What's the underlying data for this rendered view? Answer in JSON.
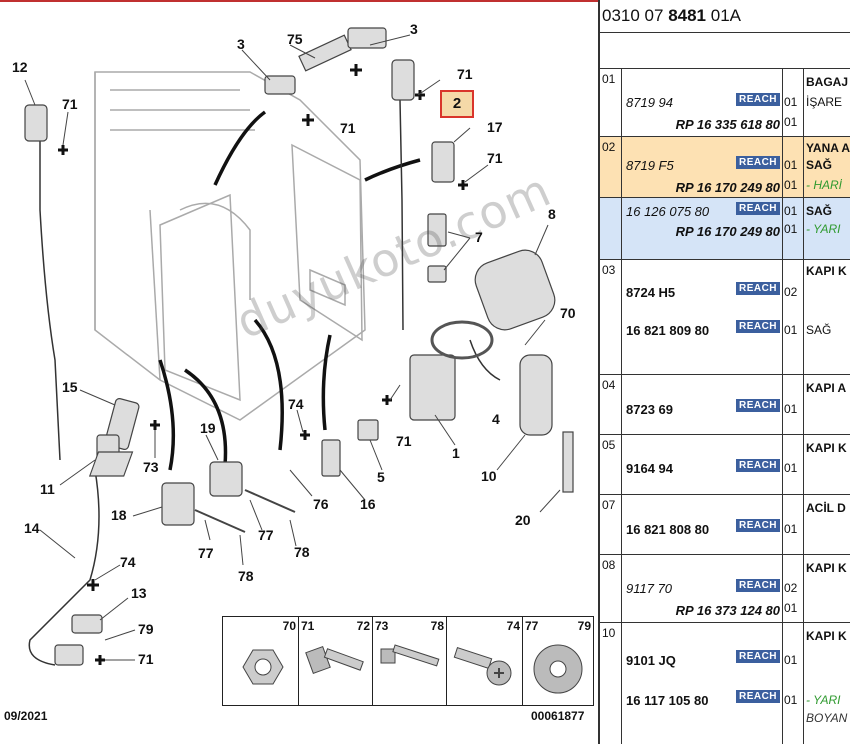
{
  "diagram": {
    "callouts": [
      {
        "id": "c12",
        "text": "12"
      },
      {
        "id": "c71a",
        "text": "71"
      },
      {
        "id": "c3a",
        "text": "3"
      },
      {
        "id": "c75",
        "text": "75"
      },
      {
        "id": "c3b",
        "text": "3"
      },
      {
        "id": "c71b",
        "text": "71"
      },
      {
        "id": "c71c",
        "text": "71"
      },
      {
        "id": "c17",
        "text": "17"
      },
      {
        "id": "c71d",
        "text": "71"
      },
      {
        "id": "c7",
        "text": "7"
      },
      {
        "id": "c8",
        "text": "8"
      },
      {
        "id": "c70",
        "text": "70"
      },
      {
        "id": "c15",
        "text": "15"
      },
      {
        "id": "c74a",
        "text": "74"
      },
      {
        "id": "c4",
        "text": "4"
      },
      {
        "id": "c71e",
        "text": "71"
      },
      {
        "id": "c1",
        "text": "1"
      },
      {
        "id": "c73",
        "text": "73"
      },
      {
        "id": "c19",
        "text": "19"
      },
      {
        "id": "c5",
        "text": "5"
      },
      {
        "id": "c11",
        "text": "11"
      },
      {
        "id": "c10",
        "text": "10"
      },
      {
        "id": "c76",
        "text": "76"
      },
      {
        "id": "c16",
        "text": "16"
      },
      {
        "id": "c18",
        "text": "18"
      },
      {
        "id": "c77a",
        "text": "77"
      },
      {
        "id": "c77b",
        "text": "77"
      },
      {
        "id": "c78a",
        "text": "78"
      },
      {
        "id": "c78b",
        "text": "78"
      },
      {
        "id": "c14",
        "text": "14"
      },
      {
        "id": "c20",
        "text": "20"
      },
      {
        "id": "c74b",
        "text": "74"
      },
      {
        "id": "c13",
        "text": "13"
      },
      {
        "id": "c79",
        "text": "79"
      },
      {
        "id": "c71f",
        "text": "71"
      }
    ],
    "highlight_label": "2",
    "watermark": "duyukoto.com",
    "date": "09/2021",
    "ref_number": "00061877",
    "fasteners": [
      "70",
      "71",
      "72",
      "73",
      "78",
      "74",
      "77",
      "79"
    ]
  },
  "parts": {
    "reference": {
      "prefix": "0310 07 ",
      "bold": "8481",
      "suffix": " 01A"
    },
    "rows": [
      {
        "index": "01",
        "desc": "BAGAJ",
        "lines": [
          {
            "pn": "8719 94",
            "style": "it",
            "reach": true,
            "qty": "01",
            "desc2": "İŞARE"
          },
          {
            "rp": "RP 16 335 618 80",
            "qty": "01"
          }
        ]
      },
      {
        "index": "02",
        "desc": "YANA A",
        "lines": [
          {
            "pn": "8719 F5",
            "style": "it",
            "reach": true,
            "qty": "01",
            "desc2": "SAĞ"
          },
          {
            "rp": "RP 16 170 249 80",
            "qty": "01",
            "note": "- HARİ"
          }
        ]
      },
      {
        "index": "",
        "desc": "",
        "lines": [
          {
            "pn": "16 126 075 80",
            "style": "it",
            "reach": true,
            "qty": "01",
            "desc2": "SAĞ"
          },
          {
            "rp": "RP 16 170 249 80",
            "qty": "01",
            "note": "- YARI"
          }
        ]
      },
      {
        "index": "03",
        "desc": "KAPI K",
        "lines": [
          {
            "pn": "8724 H5",
            "style": "b",
            "reach": true,
            "qty": "02"
          },
          {
            "pn": "16 821 809 80",
            "style": "b",
            "reach": true,
            "qty": "01",
            "desc2": "SAĞ"
          }
        ]
      },
      {
        "index": "04",
        "desc": "KAPI A",
        "lines": [
          {
            "pn": "8723 69",
            "style": "b",
            "reach": true,
            "qty": "01"
          }
        ]
      },
      {
        "index": "05",
        "desc": "KAPI K",
        "lines": [
          {
            "pn": "9164 94",
            "style": "b",
            "reach": true,
            "qty": "01"
          }
        ]
      },
      {
        "index": "07",
        "desc": "ACİL D",
        "lines": [
          {
            "pn": "16 821 808 80",
            "style": "b",
            "reach": true,
            "qty": "01"
          }
        ]
      },
      {
        "index": "08",
        "desc": "KAPI K",
        "lines": [
          {
            "pn": "9117 70",
            "style": "it",
            "reach": true,
            "qty": "02"
          },
          {
            "rp": "RP 16 373 124 80",
            "qty": "01"
          }
        ]
      },
      {
        "index": "10",
        "desc": "KAPI K",
        "lines": [
          {
            "pn": "9101 JQ",
            "style": "b",
            "reach": true,
            "qty": "01"
          },
          {
            "pn": "16 117 105 80",
            "style": "b",
            "reach": true,
            "qty": "01",
            "note": "- YARI",
            "note2": "BOYAN"
          }
        ]
      }
    ],
    "reach_label": "REACH"
  },
  "colors": {
    "highlight_fill": "#f5d9a8",
    "highlight_border": "#d9352b",
    "reach_badge": "#3b5f9e",
    "row_orange": "#fde1b3",
    "row_blue": "#d5e4f7",
    "note_green": "#2f9a2f"
  }
}
